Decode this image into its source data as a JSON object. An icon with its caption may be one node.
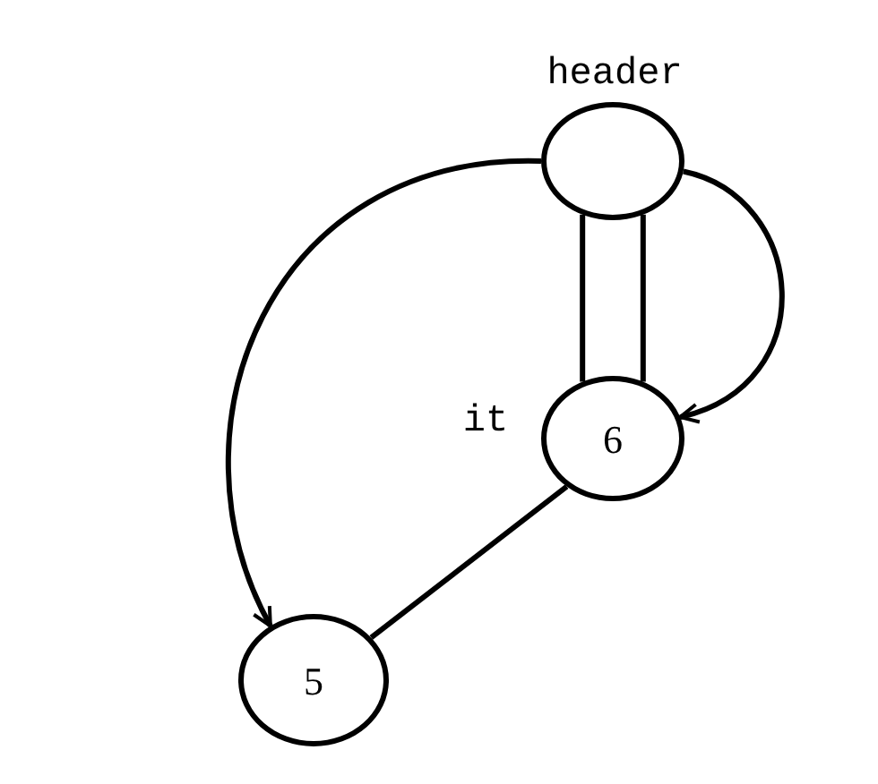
{
  "diagram": {
    "nodes": [
      {
        "text": [],
        "shape": "circle",
        "beside": [
          "header"
        ]
      },
      {
        "text": [
          "6"
        ],
        "beside": [
          "it"
        ]
      },
      {
        "text": [
          "5"
        ]
      }
    ],
    "edges": [
      {
        "from": 0,
        "to": 1,
        "arrow": "to"
      },
      {
        "from": 0,
        "to": 2,
        "arrow": "to"
      },
      {
        "from": 0,
        "to": 1,
        "arrow": "none"
      },
      {
        "from": 0,
        "to": 1,
        "arrow": "none"
      },
      {
        "from": 1,
        "to": 2,
        "arrow": "none"
      }
    ]
  }
}
